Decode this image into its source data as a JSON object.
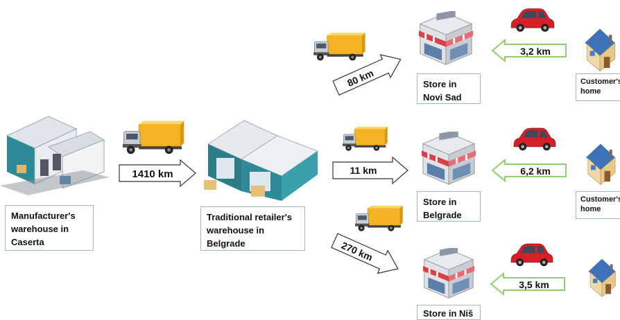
{
  "nodes": {
    "manufacturer": "Manufacturer's\nwarehouse in\nCaserta",
    "retailer": "Traditional retailer's\nwarehouse in\nBelgrade",
    "store_novi_sad": "Store in\nNovi Sad",
    "store_belgrade": "Store in\nBelgrade",
    "store_nis": "Store in Niš",
    "customer_1": "Customer's\nhome",
    "customer_2": "Customer's\nhome"
  },
  "distances": {
    "caserta_belgrade": "1410 km",
    "to_novi_sad": "80 km",
    "to_belgrade_store": "11 km",
    "to_nis": "270 km",
    "novi_sad_customer": "3,2 km",
    "belgrade_customer": "6,2 km",
    "nis_customer": "3,5 km"
  },
  "colors": {
    "arrow_green": "#8fd06a",
    "box_border": "#9fb7cf",
    "truck_cargo": "#f5b324",
    "car_red": "#d61f26",
    "awning_red": "#d9404a",
    "house_roof": "#3d72b8",
    "warehouse_teal": "#2d8a96"
  }
}
